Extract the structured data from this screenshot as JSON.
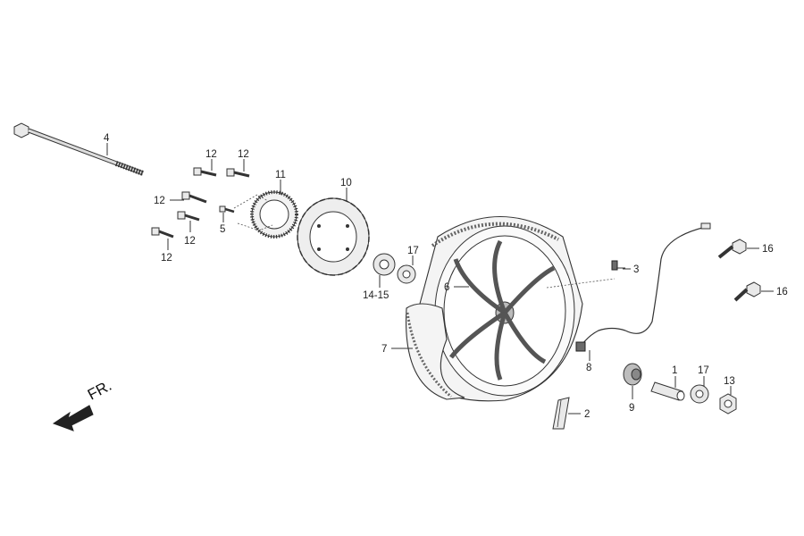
{
  "direction_label": "FR.",
  "callouts": [
    {
      "id": "c4",
      "text": "4"
    },
    {
      "id": "c12a",
      "text": "12"
    },
    {
      "id": "c12b",
      "text": "12"
    },
    {
      "id": "c12c",
      "text": "12"
    },
    {
      "id": "c12d",
      "text": "12"
    },
    {
      "id": "c12e",
      "text": "12"
    },
    {
      "id": "c11",
      "text": "11"
    },
    {
      "id": "c5",
      "text": "5"
    },
    {
      "id": "c10",
      "text": "10"
    },
    {
      "id": "c17a",
      "text": "17"
    },
    {
      "id": "c1415",
      "text": "14-15"
    },
    {
      "id": "c6",
      "text": "6"
    },
    {
      "id": "c7",
      "text": "7"
    },
    {
      "id": "c3",
      "text": "3"
    },
    {
      "id": "c8",
      "text": "8"
    },
    {
      "id": "c16a",
      "text": "16"
    },
    {
      "id": "c16b",
      "text": "16"
    },
    {
      "id": "c1",
      "text": "1"
    },
    {
      "id": "c17b",
      "text": "17"
    },
    {
      "id": "c13",
      "text": "13"
    },
    {
      "id": "c9",
      "text": "9"
    },
    {
      "id": "c2",
      "text": "2"
    }
  ]
}
